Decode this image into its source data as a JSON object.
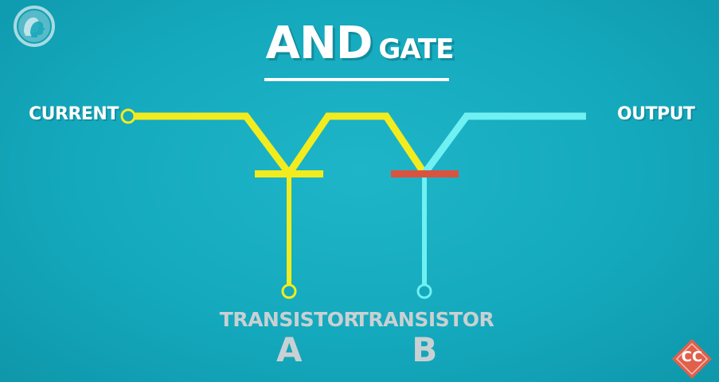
{
  "title": {
    "main": "AND",
    "secondary": "GATE"
  },
  "labels": {
    "current": "CURRENT",
    "output": "OUTPUT"
  },
  "transistors": [
    {
      "word": "TRANSISTOR",
      "letter": "A",
      "state": "on"
    },
    {
      "word": "TRANSISTOR",
      "letter": "B",
      "state": "off"
    }
  ],
  "badge": {
    "text": "CC"
  },
  "icons": {
    "top_left": "pbs-logo-icon",
    "bottom_right": "crash-course-icon"
  },
  "colors": {
    "background": "#14a9bd",
    "wire_on": "#f2ec1f",
    "wire_off": "#6ff0f2",
    "gate_closed": "#d9533f",
    "text": "#ffffff",
    "transistor_text": "#c9d0d3"
  }
}
